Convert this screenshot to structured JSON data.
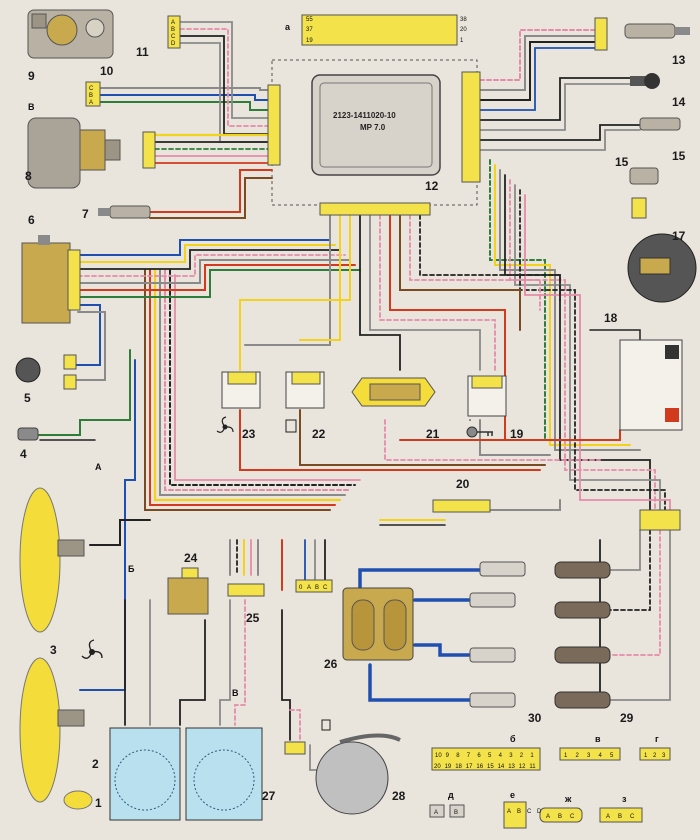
{
  "ecu": {
    "part_number": "2123-1411020-10",
    "model": "MP 7.0",
    "connector_pins": [
      "55",
      "37",
      "19",
      "38",
      "20",
      "1"
    ],
    "section_mark": "а"
  },
  "callouts": [
    "1",
    "2",
    "3",
    "4",
    "5",
    "6",
    "7",
    "8",
    "9",
    "10",
    "11",
    "12",
    "13",
    "14",
    "15",
    "17",
    "18",
    "19",
    "20",
    "21",
    "22",
    "23",
    "24",
    "25",
    "26",
    "27",
    "28",
    "29",
    "30"
  ],
  "connector_labels": {
    "B_block": "В",
    "A_ground": "А",
    "Б_ground": "Б",
    "B_ground2": "В",
    "pin_letters_ABCD": [
      "A",
      "B",
      "C",
      "D"
    ],
    "pin_letters_0ABC": [
      "0",
      "A",
      "B",
      "C"
    ]
  },
  "connector_views": {
    "б": "б",
    "в": "в",
    "г": "г",
    "д": "д",
    "е": "е",
    "ж": "ж",
    "з": "з",
    "б_top_row": [
      "10",
      "9",
      "8",
      "7",
      "6",
      "5",
      "4",
      "3",
      "2",
      "1"
    ],
    "б_bottom_row": [
      "20",
      "19",
      "18",
      "17",
      "16",
      "15",
      "14",
      "13",
      "12",
      "11"
    ],
    "в_pins": [
      "1",
      "2",
      "3",
      "4",
      "5"
    ],
    "г_pins": [
      "1",
      "2",
      "3"
    ],
    "д_pins": [
      "A",
      "B"
    ],
    "е_pins": [
      "A",
      "B",
      "C",
      "D"
    ],
    "ж_pins": [
      "A",
      "B",
      "C"
    ],
    "з_pins": [
      "A",
      "B",
      "C"
    ]
  },
  "colors": {
    "background": "#e9e4dc",
    "wire_blue": "#1f4fb0",
    "wire_yellow": "#f2d21a",
    "wire_red": "#d23a1e",
    "wire_pink": "#e58aa8",
    "wire_green": "#2e7d3a",
    "wire_brown": "#7a4a22",
    "wire_gray": "#8a8a8a",
    "wire_black": "#222222",
    "wire_white": "#ffffff",
    "connector_yellow": "#f3e24a",
    "component_tan": "#c9a94d"
  }
}
